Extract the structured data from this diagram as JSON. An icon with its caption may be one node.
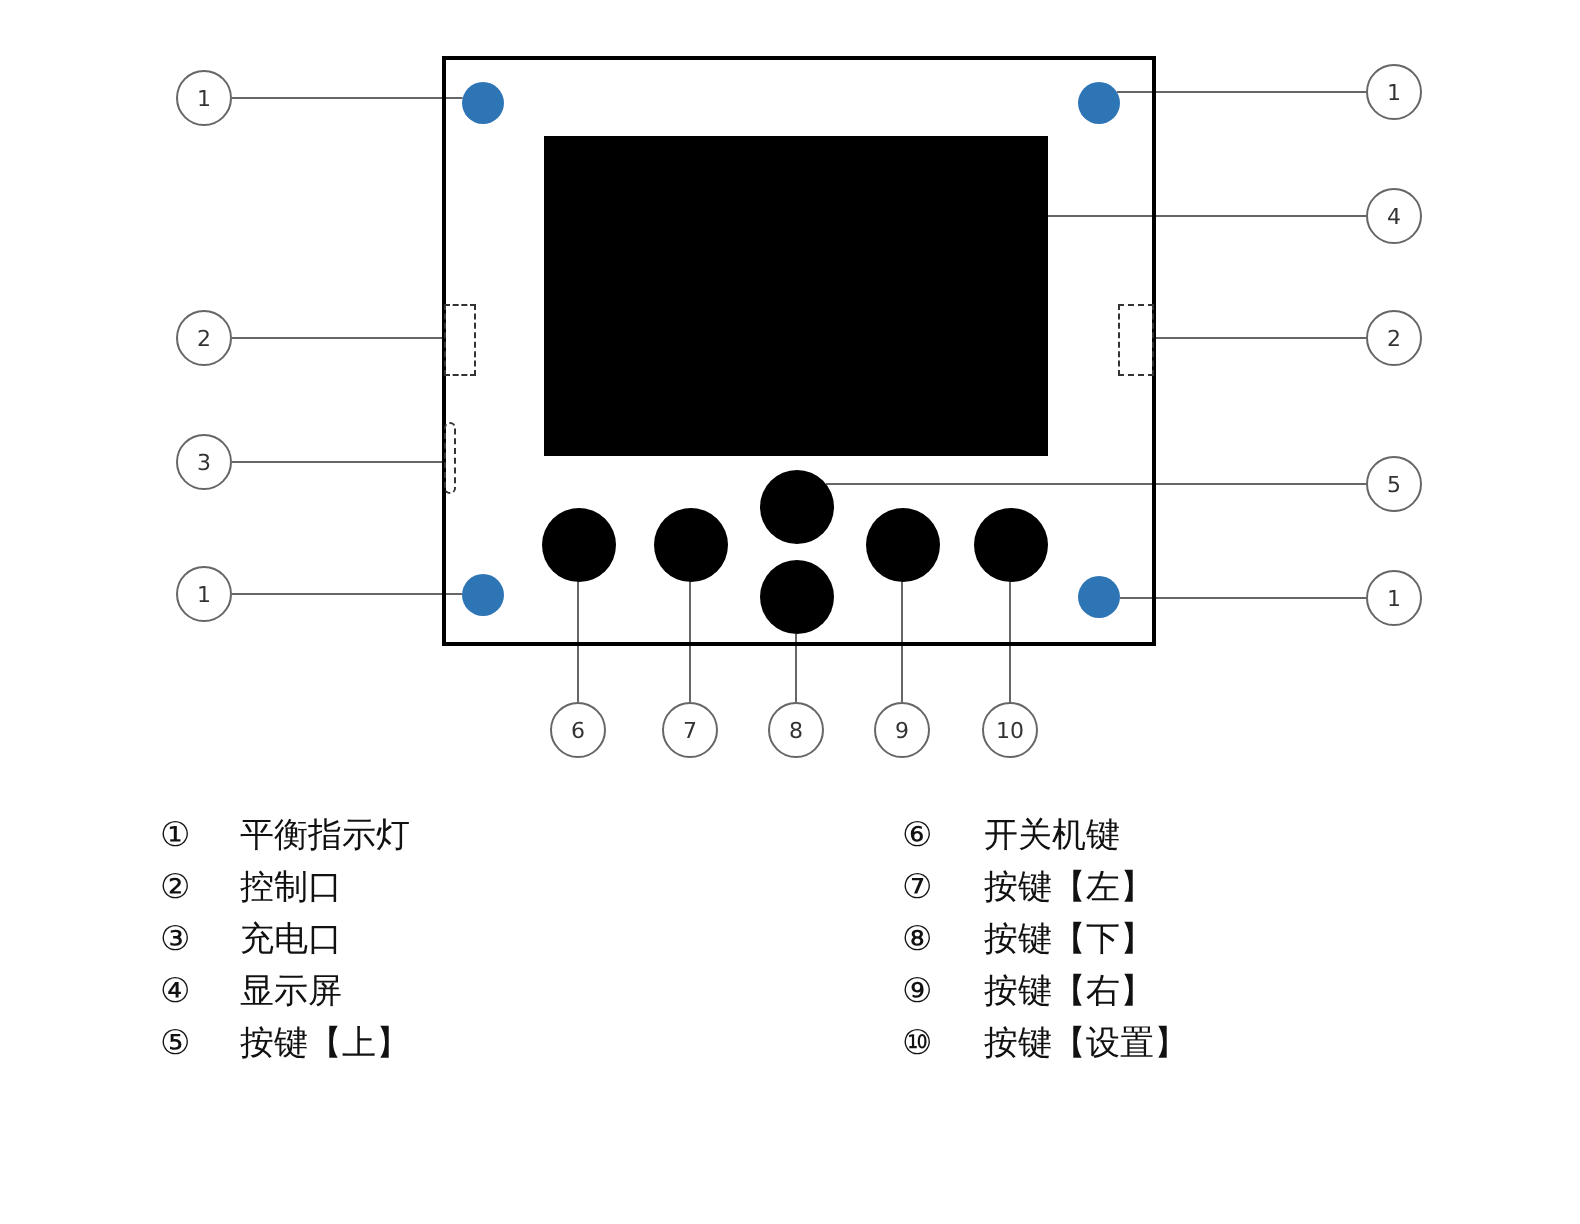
{
  "diagram": {
    "nodes": [
      {
        "text": [],
        "shape": "box"
      },
      {
        "text": [],
        "shape": "circle",
        "in": 0
      },
      {
        "text": [],
        "shape": "circle",
        "in": 0
      },
      {
        "text": [],
        "shape": "box",
        "in": 0
      },
      {
        "text": [],
        "shape": "box",
        "in": 0
      },
      {
        "text": [],
        "shape": "box",
        "in": 0
      },
      {
        "text": [],
        "shape": "box",
        "in": 0
      },
      {
        "text": [],
        "shape": "circle",
        "in": 0
      },
      {
        "text": [],
        "shape": "circle",
        "in": 0
      },
      {
        "text": [],
        "shape": "circle",
        "in": 0
      },
      {
        "text": [],
        "shape": "circle",
        "in": 0
      },
      {
        "text": [],
        "shape": "circle",
        "in": 0
      },
      {
        "text": [],
        "shape": "circle",
        "in": 0
      },
      {
        "text": [],
        "shape": "circle",
        "in": 0
      },
      {
        "text": [],
        "shape": "circle",
        "in": 0
      },
      {
        "text": [
          "1"
        ]
      },
      {
        "text": [
          "1"
        ]
      },
      {
        "text": [
          "4"
        ]
      },
      {
        "text": [
          "2"
        ]
      },
      {
        "text": [
          "2"
        ]
      },
      {
        "text": [
          "3"
        ]
      },
      {
        "text": [
          "5"
        ]
      },
      {
        "text": [
          "1"
        ]
      },
      {
        "text": [
          "1"
        ]
      },
      {
        "text": [
          "6"
        ]
      },
      {
        "text": [
          "7"
        ]
      },
      {
        "text": [
          "8"
        ]
      },
      {
        "text": [
          "9"
        ]
      },
      {
        "text": [
          "10"
        ]
      }
    ],
    "edges": [
      {
        "from": 15,
        "to": 1,
        "arrow": "none"
      },
      {
        "from": 16,
        "to": 2,
        "arrow": "none"
      },
      {
        "from": 17,
        "to": 3,
        "arrow": "none"
      },
      {
        "from": 18,
        "to": 4,
        "arrow": "none"
      },
      {
        "from": 19,
        "to": 5,
        "arrow": "none"
      },
      {
        "from": 20,
        "to": 6,
        "arrow": "none"
      },
      {
        "from": 21,
        "to": 7,
        "arrow": "none"
      },
      {
        "from": 22,
        "to": 13,
        "arrow": "none"
      },
      {
        "from": 23,
        "to": 14,
        "arrow": "none"
      },
      {
        "from": 24,
        "to": 8,
        "arrow": "none"
      },
      {
        "from": 25,
        "to": 9,
        "arrow": "none"
      },
      {
        "from": 26,
        "to": 10,
        "arrow": "none"
      },
      {
        "from": 27,
        "to": 11,
        "arrow": "none"
      },
      {
        "from": 28,
        "to": 12,
        "arrow": "none"
      }
    ],
    "labels": [
      "①",
      "平衡指示灯",
      "⑥",
      "开关机键",
      "②",
      "控制口",
      "⑦",
      "按键【左】",
      "③",
      "充电口",
      "⑧",
      "按键【下】",
      "④",
      "显示屏",
      "⑨",
      "按键【右】",
      "⑤",
      "按键【上】",
      "⑩",
      "按键【设置】"
    ]
  }
}
